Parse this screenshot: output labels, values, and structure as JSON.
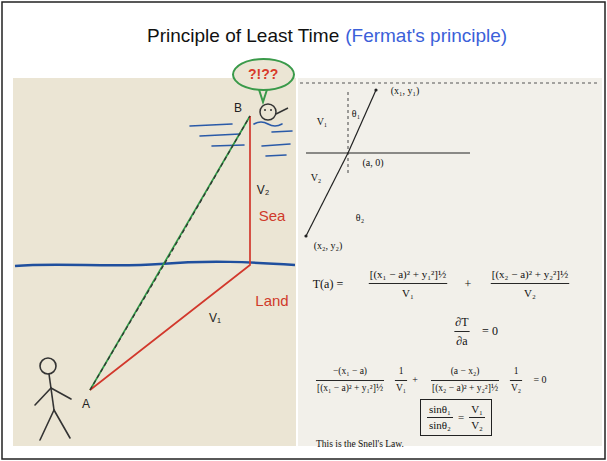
{
  "diagram": {
    "title": "Principle of Least Time",
    "nodes": [
      {
        "text": [
          "?!??"
        ]
      },
      {
        "text": [
          "sinθ₁",
          "sinθ₂",
          "=",
          "V₁",
          "V₂"
        ]
      }
    ],
    "labels": [
      "(Fermat's principle)",
      "B",
      "V₂",
      "Sea",
      "Land",
      "V₁",
      "A",
      "(x₁, y₁)",
      "θ₁",
      "V₁",
      "(a, 0)",
      "V₂",
      "θ₂",
      "(x₂, y₂)",
      "T(a) =",
      "[(x₁ − a)² + y₁²]½",
      "V₁",
      "+",
      "[(x₂ − a)² + y₂²]½",
      "V₂",
      "∂T",
      "∂a",
      "= 0",
      "−(x₁ − a)",
      "[(x₁ − a)² + y₁²]½",
      "1",
      "V₁",
      "+",
      "(a − x₂)",
      "[(x₂ − a)² + y₂²]½",
      "1",
      "V₂",
      "= 0",
      "This is the Snell's Law."
    ]
  }
}
